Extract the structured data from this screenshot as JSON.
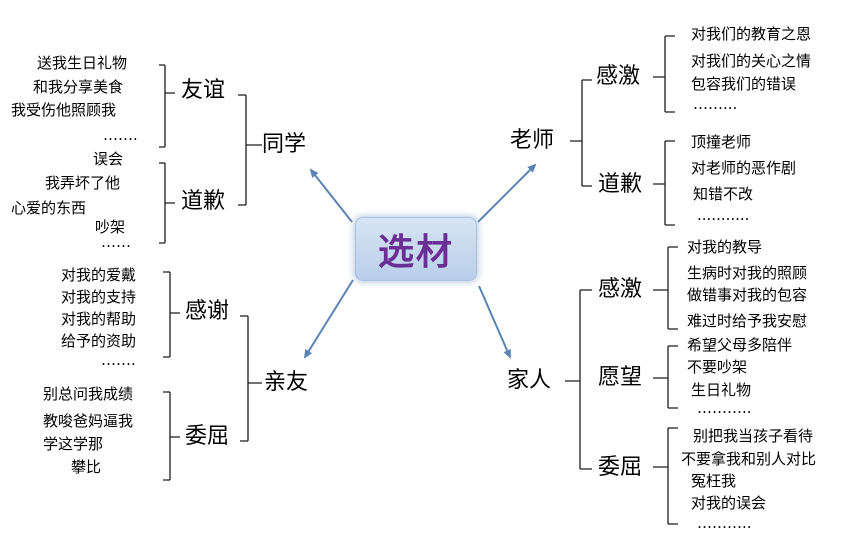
{
  "colors": {
    "line": "#1e1e1e",
    "arrow": "#5b83b4",
    "accent": "#6a2f95"
  },
  "center": "选材",
  "topics": {
    "classmates": "同学",
    "teachers": "老师",
    "relatives": "亲友",
    "family": "家人"
  },
  "branches": {
    "friendship": {
      "label": "友谊",
      "items": [
        "送我生日礼物",
        "和我分享美食",
        "我受伤他照顾我",
        "……."
      ]
    },
    "apology_classmate": {
      "label": "道歉",
      "items": [
        "误会",
        "我弄坏了他",
        "心爱的东西",
        "吵架",
        "……"
      ]
    },
    "thanks": {
      "label": "感谢",
      "items": [
        "对我的爱戴",
        "对我的支持",
        "对我的帮助",
        "给予的资助",
        "……."
      ]
    },
    "grievance_relative": {
      "label": "委屈",
      "items": [
        "别总问我成绩",
        "教唆爸妈逼我",
        "学这学那",
        "攀比"
      ]
    },
    "gratitude_teacher": {
      "label": "感激",
      "items": [
        "对我们的教育之恩",
        "对我们的关心之情",
        "包容我们的错误",
        "……..."
      ]
    },
    "apology_teacher": {
      "label": "道歉",
      "items": [
        "顶撞老师",
        "对老师的恶作剧",
        "知错不改",
        "..........."
      ]
    },
    "gratitude_family": {
      "label": "感激",
      "items": [
        "对我的教导",
        "生病时对我的照顾",
        "做错事对我的包容",
        "难过时给予我安慰"
      ]
    },
    "hope": {
      "label": "愿望",
      "items": [
        "希望父母多陪伴",
        "不要吵架",
        "生日礼物",
        "……….."
      ]
    },
    "grievance_family": {
      "label": "委屈",
      "items": [
        "别把我当孩子看待",
        "不要拿我和别人对比",
        "冤枉我",
        "对我的误会",
        "……….."
      ]
    }
  }
}
